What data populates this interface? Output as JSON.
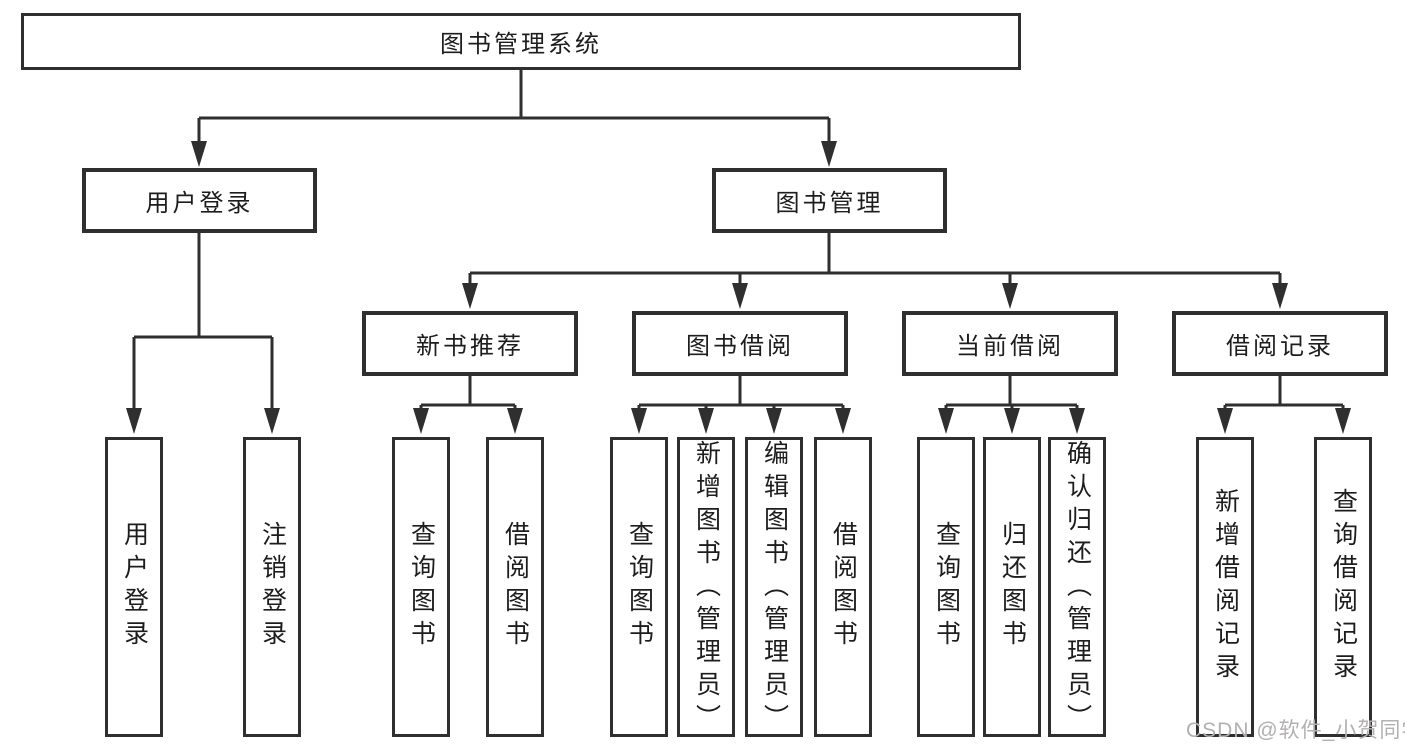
{
  "diagram_type": "tree",
  "colors": {
    "line": "#2f2f2f",
    "text": "#1d1d1d",
    "watermark": "#b2b0b0",
    "background": "#ffffff"
  },
  "nodes": {
    "root": "图书管理系统",
    "user_login": "用户登录",
    "book_management": "图书管理",
    "new_book_recommend": "新书推荐",
    "book_borrow": "图书借阅",
    "current_borrow": "当前借阅",
    "borrow_record": "借阅记录",
    "ul_user_login": "用户登录",
    "ul_logout": "注销登录",
    "nb_query_book": "查询图书",
    "nb_borrow_book": "借阅图书",
    "bb_query_book": "查询图书",
    "bb_add_book": "新增图书（管理员）",
    "bb_edit_book": "编辑图书（管理员）",
    "bb_borrow_book": "借阅图书",
    "cb_query_book": "查询图书",
    "cb_return_book": "归还图书",
    "cb_confirm_return": "确认归还（管理员）",
    "br_add_record": "新增借阅记录",
    "br_query_record": "查询借阅记录"
  },
  "structure": {
    "图书管理系统": {
      "用户登录": [
        "用户登录",
        "注销登录"
      ],
      "图书管理": {
        "新书推荐": [
          "查询图书",
          "借阅图书"
        ],
        "图书借阅": [
          "查询图书",
          "新增图书（管理员）",
          "编辑图书（管理员）",
          "借阅图书"
        ],
        "当前借阅": [
          "查询图书",
          "归还图书",
          "确认归还（管理员）"
        ],
        "借阅记录": [
          "新增借阅记录",
          "查询借阅记录"
        ]
      }
    }
  },
  "watermark": "CSDN @软件_小贺同学"
}
